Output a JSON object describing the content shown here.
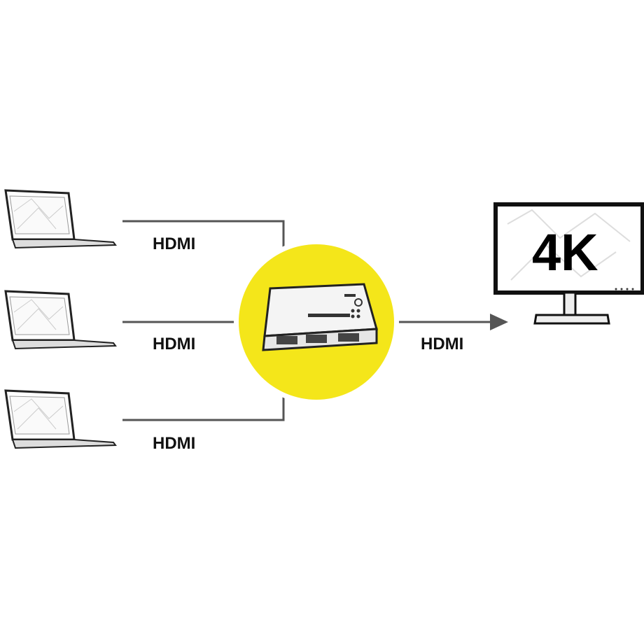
{
  "labels": {
    "input_1": "HDMI",
    "input_2": "HDMI",
    "input_3": "HDMI",
    "output": "HDMI"
  },
  "display": {
    "resolution": "4K"
  },
  "colors": {
    "accent": "#f4e61a",
    "line": "#555555"
  }
}
